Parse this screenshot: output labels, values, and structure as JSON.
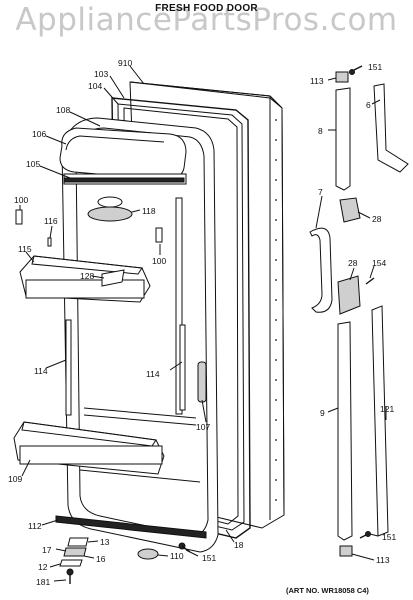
{
  "watermark": "AppliancePartsPros.com",
  "title": "FRESH FOOD DOOR",
  "art_number": "(ART NO. WR18058 C4)",
  "callouts": {
    "c910": "910",
    "c103": "103",
    "c104": "104",
    "c108": "108",
    "c106": "106",
    "c105": "105",
    "c100a": "100",
    "c116": "116",
    "c118": "118",
    "c100b": "100",
    "c115": "115",
    "c128a": "128",
    "c114a": "114",
    "c114b": "114",
    "c107": "107",
    "c109": "109",
    "c112": "112",
    "c13": "13",
    "c17": "17",
    "c16": "16",
    "c12": "12",
    "c181": "181",
    "c110": "110",
    "c151a": "151",
    "c18": "18",
    "c113a": "113",
    "c151b": "151",
    "c6": "6",
    "c8": "8",
    "c7": "7",
    "c28a": "28",
    "c28b": "28",
    "c154": "154",
    "c9": "9",
    "c121": "121",
    "c151c": "151",
    "c113b": "113"
  }
}
